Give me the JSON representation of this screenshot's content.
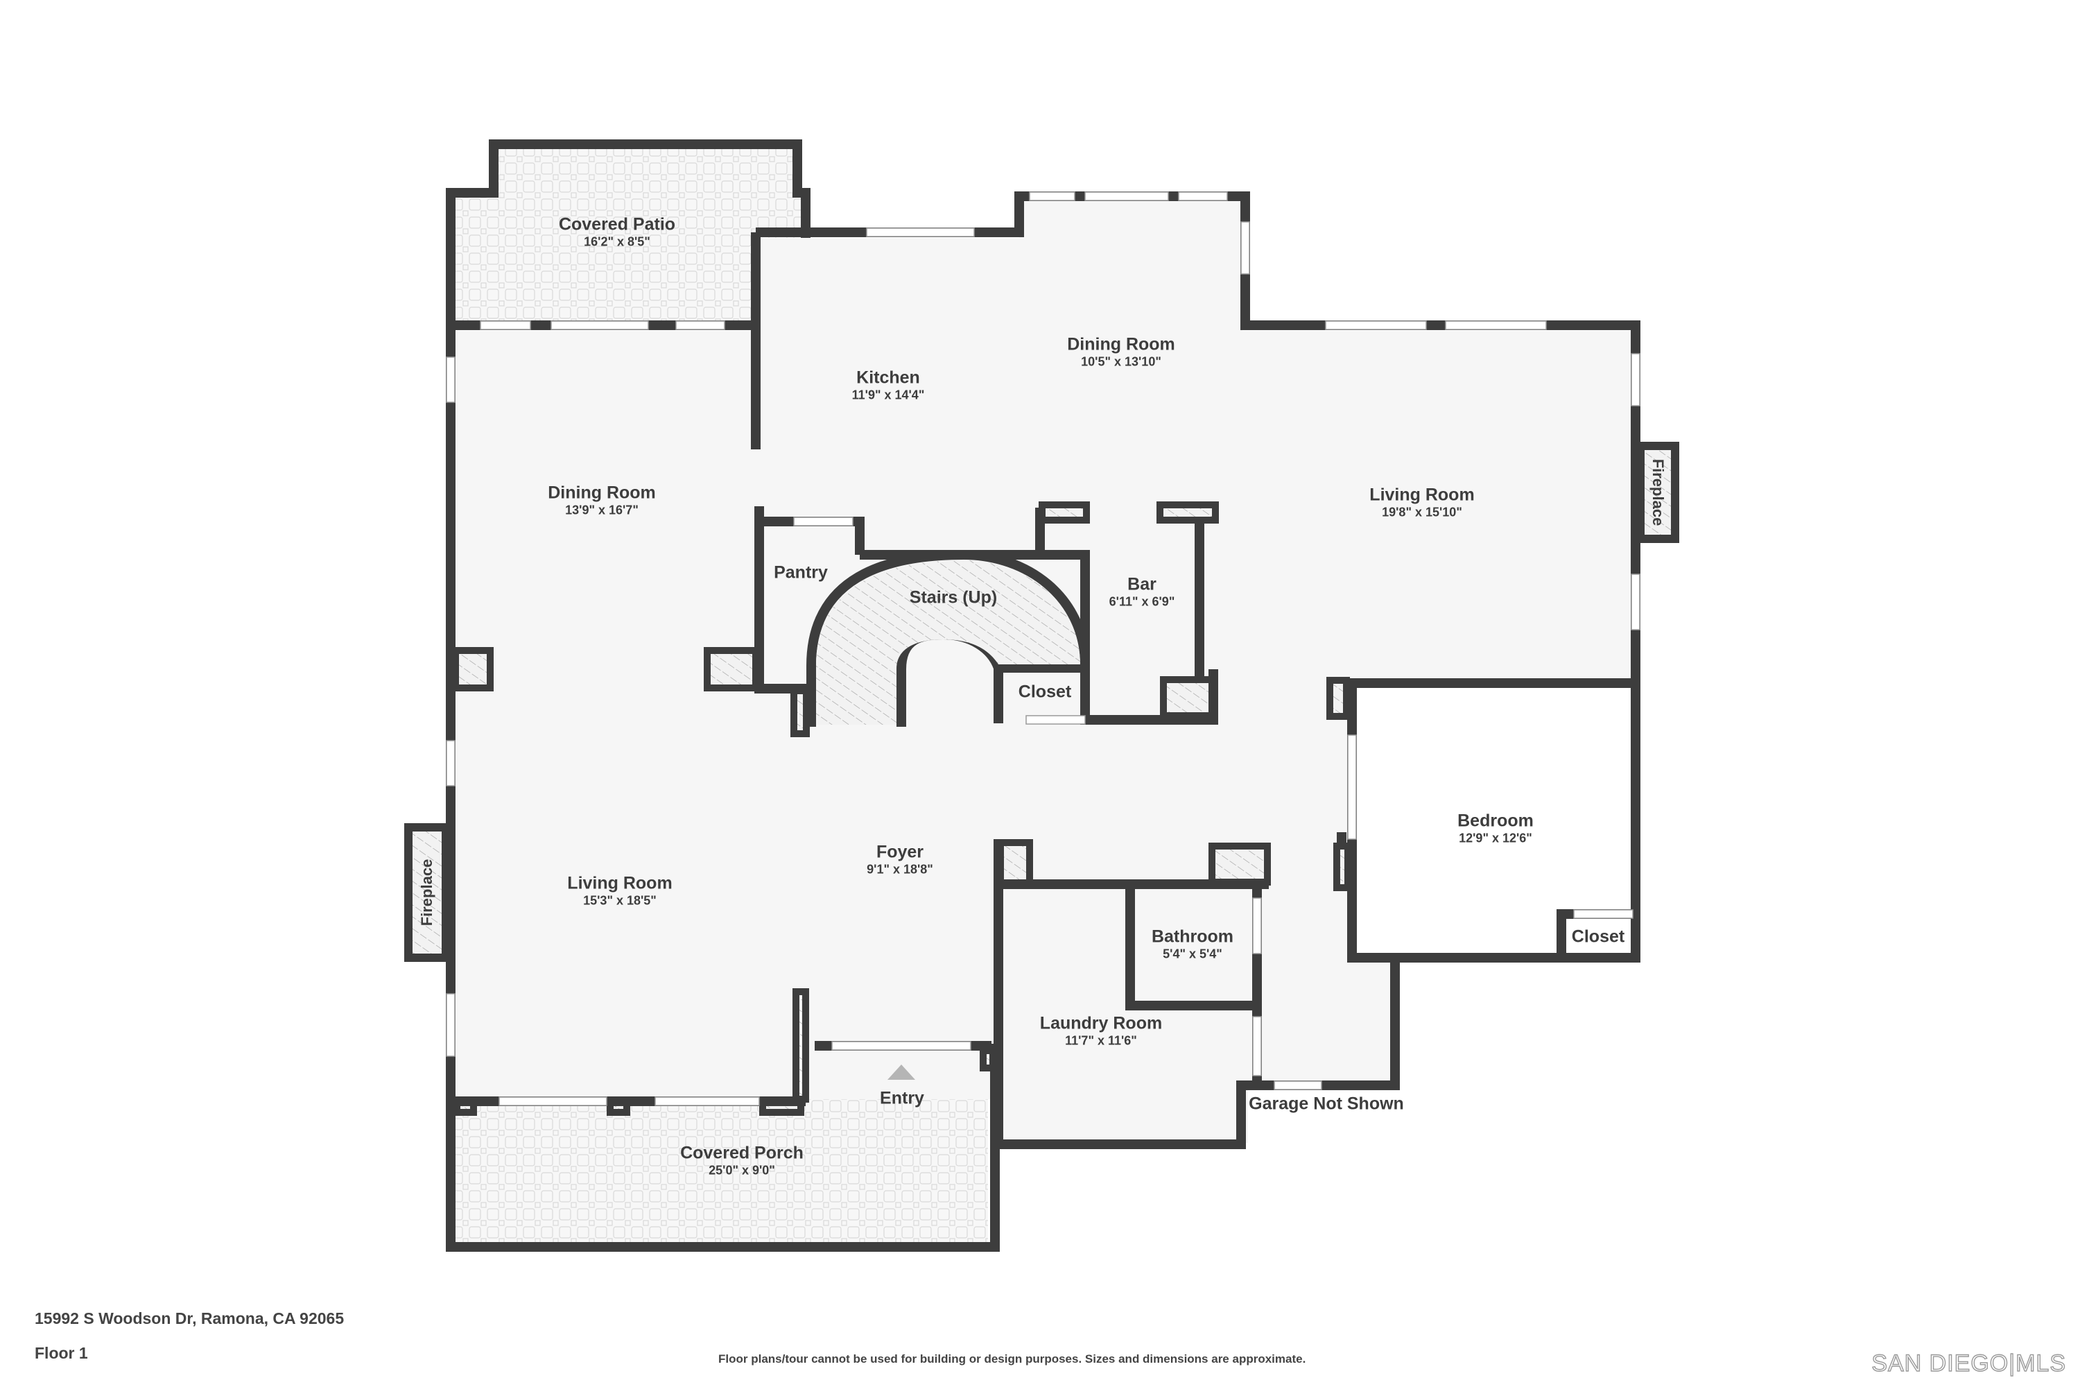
{
  "plan": {
    "address": "15992 S Woodson Dr, Ramona, CA 92065",
    "floor": "Floor 1",
    "disclaimer": "Floor plans/tour cannot be used for building or design purposes. Sizes and dimensions are approximate.",
    "logo": "SAN DIEGO|MLS"
  },
  "colors": {
    "wall": "#3d3d3d",
    "floor": "#f6f6f6",
    "outdoor_tile": "#eeeeee",
    "hatch": "#9a9a9a",
    "text": "#3d3d3d",
    "entry_arrow": "#b5b5b5"
  },
  "rooms": [
    {
      "id": "covered-patio",
      "name": "Covered Patio",
      "dims": "16'2\" x 8'5\""
    },
    {
      "id": "kitchen",
      "name": "Kitchen",
      "dims": "11'9\" x 14'4\""
    },
    {
      "id": "dining-room-upper",
      "name": "Dining Room",
      "dims": "10'5\" x 13'10\""
    },
    {
      "id": "dining-room-left",
      "name": "Dining Room",
      "dims": "13'9\" x 16'7\""
    },
    {
      "id": "living-room-right",
      "name": "Living Room",
      "dims": "19'8\" x 15'10\""
    },
    {
      "id": "pantry",
      "name": "Pantry",
      "dims": ""
    },
    {
      "id": "stairs",
      "name": "Stairs (Up)",
      "dims": ""
    },
    {
      "id": "bar",
      "name": "Bar",
      "dims": "6'11\" x 6'9\""
    },
    {
      "id": "closet-hall",
      "name": "Closet",
      "dims": ""
    },
    {
      "id": "bedroom",
      "name": "Bedroom",
      "dims": "12'9\" x 12'6\""
    },
    {
      "id": "closet-bedroom",
      "name": "Closet",
      "dims": ""
    },
    {
      "id": "foyer",
      "name": "Foyer",
      "dims": "9'1\" x 18'8\""
    },
    {
      "id": "living-room-left",
      "name": "Living Room",
      "dims": "15'3\" x 18'5\""
    },
    {
      "id": "bathroom",
      "name": "Bathroom",
      "dims": "5'4\" x 5'4\""
    },
    {
      "id": "laundry-room",
      "name": "Laundry Room",
      "dims": "11'7\" x 11'6\""
    },
    {
      "id": "covered-porch",
      "name": "Covered Porch",
      "dims": "25'0\" x 9'0\""
    },
    {
      "id": "entry",
      "name": "Entry",
      "dims": ""
    }
  ],
  "features": {
    "fireplace_left": "Fireplace",
    "fireplace_right": "Fireplace",
    "garage_note": "Garage Not Shown"
  }
}
